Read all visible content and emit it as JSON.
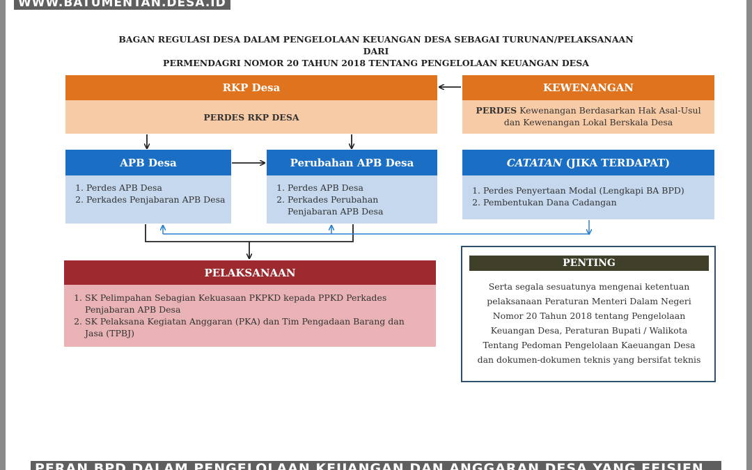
{
  "watermark": "WWW.BATUMENTAN.DESA.ID",
  "title": {
    "line1": "BAGAN REGULASI DESA DALAM PENGELOLAAN KEUANGAN DESA SEBAGAI TURUNAN/PELAKSANAAN DARI",
    "line2": "PERMENDAGRI NOMOR 20 TAHUN 2018 TENTANG PENGELOLAAN KEUANGAN DESA"
  },
  "rkp": {
    "header": "RKP Desa",
    "body": "PERDES RKP DESA"
  },
  "kewenangan": {
    "header": "KEWENANGAN",
    "body_bold": "PERDES",
    "body_line1": " Kewenangan Berdasarkan Hak Asal-Usul",
    "body_line2": "dan Kewenangan Lokal Berskala Desa"
  },
  "apb": {
    "header": "APB Desa",
    "items": [
      "Perdes APB Desa",
      "Perkades Penjabaran APB Desa"
    ]
  },
  "perubahan": {
    "header": "Perubahan APB Desa",
    "items": [
      "Perdes APB Desa",
      "Perkades Perubahan Penjabaran APB Desa"
    ]
  },
  "catatan": {
    "header_italic": "CATATAN",
    "header_rest": " (JIKA TERDAPAT)",
    "items": [
      "Perdes Penyertaan Modal (Lengkapi BA BPD)",
      "Pembentukan Dana Cadangan"
    ]
  },
  "pelaksanaan": {
    "header": "PELAKSANAAN",
    "items": [
      "SK Pelimpahan Sebagian Kekuasaan PKPKD kepada PPKD Perkades Penjabaran APB Desa",
      "SK Pelaksana Kegiatan Anggaran (PKA) dan Tim Pengadaan Barang dan Jasa (TPBJ)"
    ]
  },
  "penting": {
    "header": "PENTING",
    "lines": [
      "Serta segala sesuatunya mengenai ketentuan",
      "pelaksanaan Peraturan Menteri Dalam Negeri",
      "Nomor 20 Tahun 2018 tentang Pengelolaan",
      "Keuangan Desa, Peraturan Bupati / Walikota",
      "Tentang Pedoman Pengelolaan Kaeuangan Desa",
      "dan dokumen-dokumen teknis yang bersifat teknis"
    ]
  },
  "bottom_banner": "PERAN BPD DALAM PENGELOLAAN KEUANGAN DAN ANGGARAN DESA YANG EFISIEN",
  "colors": {
    "orange": "#e0731d",
    "orange_light": "#f8cba7",
    "blue": "#1a6fc4",
    "blue_light": "#c5d8ee",
    "red": "#9c2a2f",
    "red_light": "#e9b3b6",
    "penting_header": "#3f3f2a"
  }
}
